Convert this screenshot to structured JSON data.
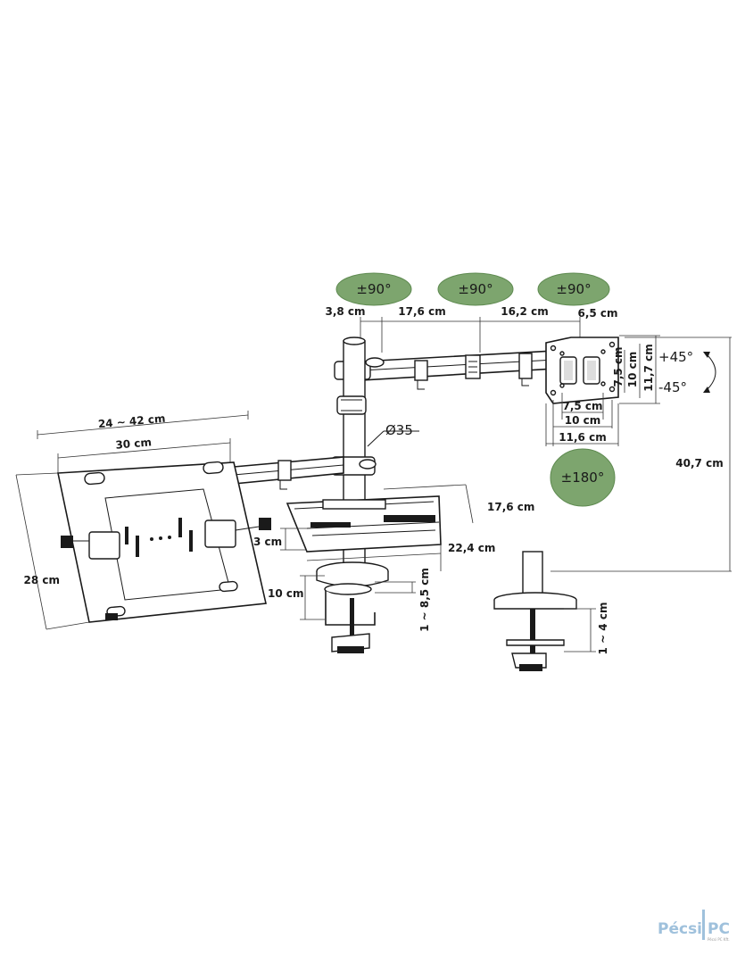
{
  "rotation_badges": {
    "arm_joint_1": "±90°",
    "arm_joint_2": "±90°",
    "arm_joint_3": "±90°",
    "screen_rotation": "±180°"
  },
  "dimensions": {
    "pole_offset": "3,8 cm",
    "arm_segment_1": "17,6 cm",
    "arm_segment_2": "16,2 cm",
    "vesa_offset": "6,5 cm",
    "vesa_small_h": "7,5 cm",
    "vesa_mid_h": "10 cm",
    "vesa_plate_h": "11,7 cm",
    "vesa_small_w": "7,5 cm",
    "vesa_mid_w": "10 cm",
    "vesa_plate_w": "11,6 cm",
    "tilt_up": "+45°",
    "tilt_down": "-45°",
    "pole_diameter": "Ø35",
    "total_height": "40,7 cm",
    "laptop_width_range": "24 ~ 42 cm",
    "laptop_tray_width": "30 cm",
    "laptop_tray_depth": "28 cm",
    "shelf_depth": "17,6 cm",
    "shelf_height": "3 cm",
    "shelf_width": "22,4 cm",
    "clamp_height": "10 cm",
    "clamp_range": "1 ~ 8,5 cm",
    "grommet_range": "1 ~ 4 cm"
  },
  "logo": {
    "brand_left": "Pécsi",
    "brand_right": "PC",
    "tagline": "Pécsi PC Kft."
  }
}
